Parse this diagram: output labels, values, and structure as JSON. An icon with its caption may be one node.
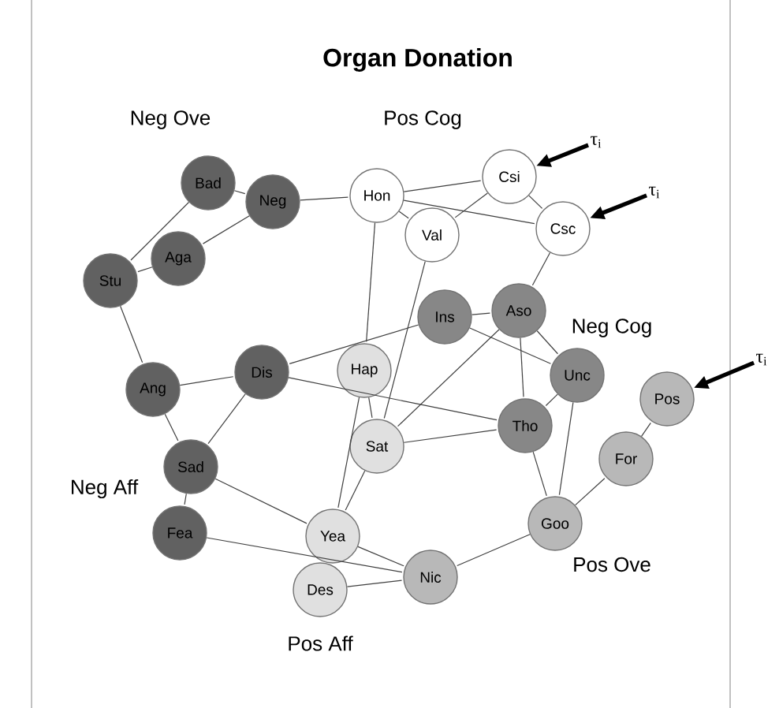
{
  "diagram": {
    "title": "Organ Donation",
    "nodes": [
      {
        "text": [
          "Bad"
        ]
      },
      {
        "text": [
          "Neg"
        ]
      },
      {
        "text": [
          "Aga"
        ]
      },
      {
        "text": [
          "Stu"
        ]
      },
      {
        "text": [
          "Hon"
        ]
      },
      {
        "text": [
          "Csi"
        ]
      },
      {
        "text": [
          "Val"
        ]
      },
      {
        "text": [
          "Csc"
        ]
      },
      {
        "text": [
          "Ins"
        ]
      },
      {
        "text": [
          "Aso"
        ]
      },
      {
        "text": [
          "Unc"
        ]
      },
      {
        "text": [
          "Pos"
        ]
      },
      {
        "text": [
          "Ang"
        ]
      },
      {
        "text": [
          "Dis"
        ]
      },
      {
        "text": [
          "Hap"
        ]
      },
      {
        "text": [
          "Tho"
        ]
      },
      {
        "text": [
          "For"
        ]
      },
      {
        "text": [
          "Sad"
        ]
      },
      {
        "text": [
          "Sat"
        ]
      },
      {
        "text": [
          "Goo"
        ]
      },
      {
        "text": [
          "Fea"
        ]
      },
      {
        "text": [
          "Yea"
        ]
      },
      {
        "text": [
          "Nic"
        ]
      },
      {
        "text": [
          "Des"
        ]
      },
      {
        "text": [
          "τ$_{i}$"
        ]
      },
      {
        "text": [
          "τ$_{i}$"
        ]
      },
      {
        "text": [
          "τ$_{i}$"
        ]
      }
    ],
    "edges": [
      {
        "from": 0,
        "to": 1,
        "arrow": "none"
      },
      {
        "from": 0,
        "to": 3,
        "arrow": "none"
      },
      {
        "from": 1,
        "to": 2,
        "arrow": "none"
      },
      {
        "from": 2,
        "to": 3,
        "arrow": "none"
      },
      {
        "from": 1,
        "to": 4,
        "arrow": "none"
      },
      {
        "from": 3,
        "to": 12,
        "arrow": "none"
      },
      {
        "from": 4,
        "to": 5,
        "arrow": "none"
      },
      {
        "from": 4,
        "to": 6,
        "arrow": "none"
      },
      {
        "from": 4,
        "to": 7,
        "arrow": "none"
      },
      {
        "from": 4,
        "to": 14,
        "arrow": "none"
      },
      {
        "from": 5,
        "to": 6,
        "arrow": "none"
      },
      {
        "from": 5,
        "to": 7,
        "arrow": "none"
      },
      {
        "from": 6,
        "to": 18,
        "arrow": "none"
      },
      {
        "from": 7,
        "to": 9,
        "arrow": "none"
      },
      {
        "from": 8,
        "to": 9,
        "arrow": "none"
      },
      {
        "from": 8,
        "to": 13,
        "arrow": "none"
      },
      {
        "from": 8,
        "to": 10,
        "arrow": "none"
      },
      {
        "from": 9,
        "to": 10,
        "arrow": "none"
      },
      {
        "from": 9,
        "to": 15,
        "arrow": "none"
      },
      {
        "from": 9,
        "to": 18,
        "arrow": "none"
      },
      {
        "from": 10,
        "to": 15,
        "arrow": "none"
      },
      {
        "from": 10,
        "to": 19,
        "arrow": "none"
      },
      {
        "from": 15,
        "to": 19,
        "arrow": "none"
      },
      {
        "from": 19,
        "to": 16,
        "arrow": "none"
      },
      {
        "from": 16,
        "to": 11,
        "arrow": "none"
      },
      {
        "from": 19,
        "to": 22,
        "arrow": "none"
      },
      {
        "from": 12,
        "to": 13,
        "arrow": "none"
      },
      {
        "from": 13,
        "to": 17,
        "arrow": "none"
      },
      {
        "from": 13,
        "to": 15,
        "arrow": "none"
      },
      {
        "from": 12,
        "to": 17,
        "arrow": "none"
      },
      {
        "from": 17,
        "to": 20,
        "arrow": "none"
      },
      {
        "from": 17,
        "to": 21,
        "arrow": "none"
      },
      {
        "from": 20,
        "to": 22,
        "arrow": "none"
      },
      {
        "from": 14,
        "to": 18,
        "arrow": "none"
      },
      {
        "from": 14,
        "to": 21,
        "arrow": "none"
      },
      {
        "from": 18,
        "to": 15,
        "arrow": "none"
      },
      {
        "from": 18,
        "to": 21,
        "arrow": "none"
      },
      {
        "from": 21,
        "to": 22,
        "arrow": "none"
      },
      {
        "from": 23,
        "to": 22,
        "arrow": "none"
      },
      {
        "from": 24,
        "to": 5,
        "arrow": "to",
        "style": "thick"
      },
      {
        "from": 25,
        "to": 7,
        "arrow": "to",
        "style": "thick"
      },
      {
        "from": 26,
        "to": 11,
        "arrow": "to",
        "style": "thick"
      }
    ],
    "labels": [
      "Neg Ove",
      "Pos Cog",
      "Neg Cog",
      "Neg Aff",
      "Pos Aff",
      "Pos Ove"
    ]
  }
}
